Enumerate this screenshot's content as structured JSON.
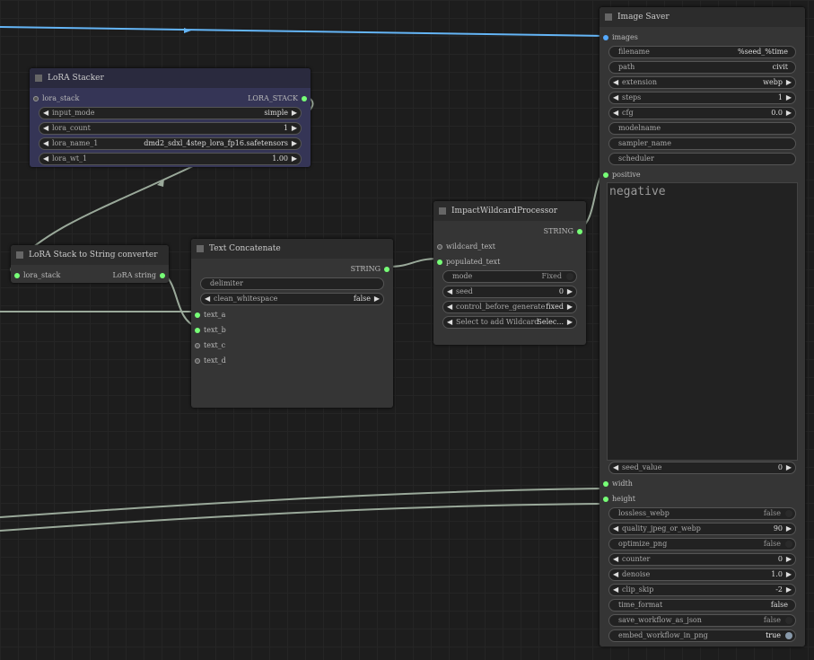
{
  "nodes": [
    {
      "id": "n-stacker",
      "name": "lora-stacker-node",
      "title": "LoRA Stacker",
      "rows": [
        {
          "in": {
            "label": "lora_stack",
            "hollow": true
          },
          "out": {
            "label": "LORA_STACK"
          }
        },
        {
          "w": "number",
          "label": "input_mode",
          "value": "simple"
        },
        {
          "w": "number",
          "label": "lora_count",
          "value": "1"
        },
        {
          "w": "number",
          "label": "lora_name_1",
          "value": "dmd2_sdxl_4step_lora_fp16.safetensors"
        },
        {
          "w": "number",
          "label": "lora_wt_1",
          "value": "1.00"
        }
      ]
    },
    {
      "id": "n-conv",
      "name": "lora-stack-to-string-node",
      "title": "LoRA Stack to String converter",
      "rows": [
        {
          "in": {
            "label": "lora_stack"
          },
          "out": {
            "label": "LoRA string"
          }
        }
      ]
    },
    {
      "id": "n-concat",
      "name": "text-concatenate-node",
      "title": "Text Concatenate",
      "rows": [
        {
          "out": {
            "label": "STRING"
          }
        },
        {
          "w": "text",
          "label": "delimiter",
          "value": ""
        },
        {
          "w": "number",
          "label": "clean_whitespace",
          "value": "false"
        },
        {
          "in": {
            "label": "text_a"
          }
        },
        {
          "in": {
            "label": "text_b"
          }
        },
        {
          "in": {
            "label": "text_c",
            "hollow": true
          }
        },
        {
          "in": {
            "label": "text_d",
            "hollow": true
          }
        }
      ]
    },
    {
      "id": "n-wild",
      "name": "impact-wildcard-processor-node",
      "title": "ImpactWildcardProcessor",
      "rows": [
        {
          "out": {
            "label": "STRING"
          }
        },
        {
          "in": {
            "label": "wildcard_text",
            "hollow": true
          }
        },
        {
          "in": {
            "label": "populated_text"
          }
        },
        {
          "w": "toggle",
          "label": "mode",
          "value": "Fixed",
          "on": false
        },
        {
          "w": "number",
          "label": "seed",
          "value": "0"
        },
        {
          "w": "number",
          "label": "control_before_generate",
          "value": "fixed"
        },
        {
          "w": "number",
          "label": "Select to add Wildcard",
          "value": "Selec..."
        }
      ]
    },
    {
      "id": "n-saver",
      "name": "image-saver-node",
      "title": "Image Saver",
      "rows": [
        {
          "in": {
            "label": "images",
            "color": "#5af"
          }
        },
        {
          "w": "text",
          "label": "filename",
          "value": "%seed_%time"
        },
        {
          "w": "text",
          "label": "path",
          "value": "civit"
        },
        {
          "w": "number",
          "label": "extension",
          "value": "webp"
        },
        {
          "w": "number",
          "label": "steps",
          "value": "1"
        },
        {
          "w": "number",
          "label": "cfg",
          "value": "0.0"
        },
        {
          "w": "text",
          "label": "modelname",
          "value": ""
        },
        {
          "w": "text",
          "label": "sampler_name",
          "value": ""
        },
        {
          "w": "text",
          "label": "scheduler",
          "value": ""
        },
        {
          "in": {
            "label": "positive"
          }
        },
        {
          "textarea": "negative"
        },
        {
          "w": "number",
          "label": "seed_value",
          "value": "0"
        },
        {
          "in": {
            "label": "width"
          }
        },
        {
          "in": {
            "label": "height"
          }
        },
        {
          "w": "toggle",
          "label": "lossless_webp",
          "value": "false",
          "on": false
        },
        {
          "w": "number",
          "label": "quality_jpeg_or_webp",
          "value": "90"
        },
        {
          "w": "toggle",
          "label": "optimize_png",
          "value": "false",
          "on": false
        },
        {
          "w": "number",
          "label": "counter",
          "value": "0"
        },
        {
          "w": "number",
          "label": "denoise",
          "value": "1.0"
        },
        {
          "w": "number",
          "label": "clip_skip",
          "value": "-2"
        },
        {
          "w": "text",
          "label": "time_format",
          "value": "false"
        },
        {
          "w": "toggle",
          "label": "save_workflow_as_json",
          "value": "false",
          "on": false
        },
        {
          "w": "toggle",
          "label": "embed_workflow_in_png",
          "value": "true",
          "on": true
        }
      ]
    }
  ],
  "colors": {
    "link": "#9aa99a",
    "image_link": "#64b5f6",
    "slot": "#7f7"
  }
}
